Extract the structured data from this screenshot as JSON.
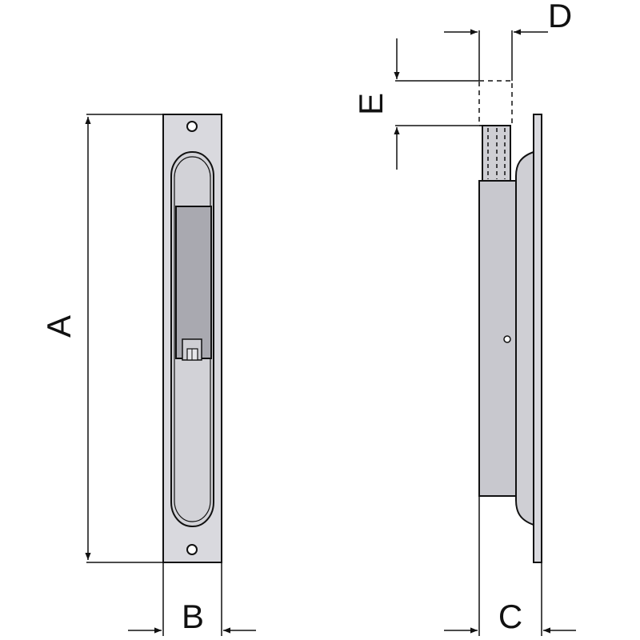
{
  "dimensions": {
    "A": "A",
    "B": "B",
    "C": "C",
    "D": "D",
    "E": "E"
  },
  "colors": {
    "outline": "#111111",
    "plate_fill": "#d9d9de",
    "inner_fill": "#cfcfd4",
    "window_fill": "#a9a9b0",
    "body_fill": "#c8c8ce"
  }
}
